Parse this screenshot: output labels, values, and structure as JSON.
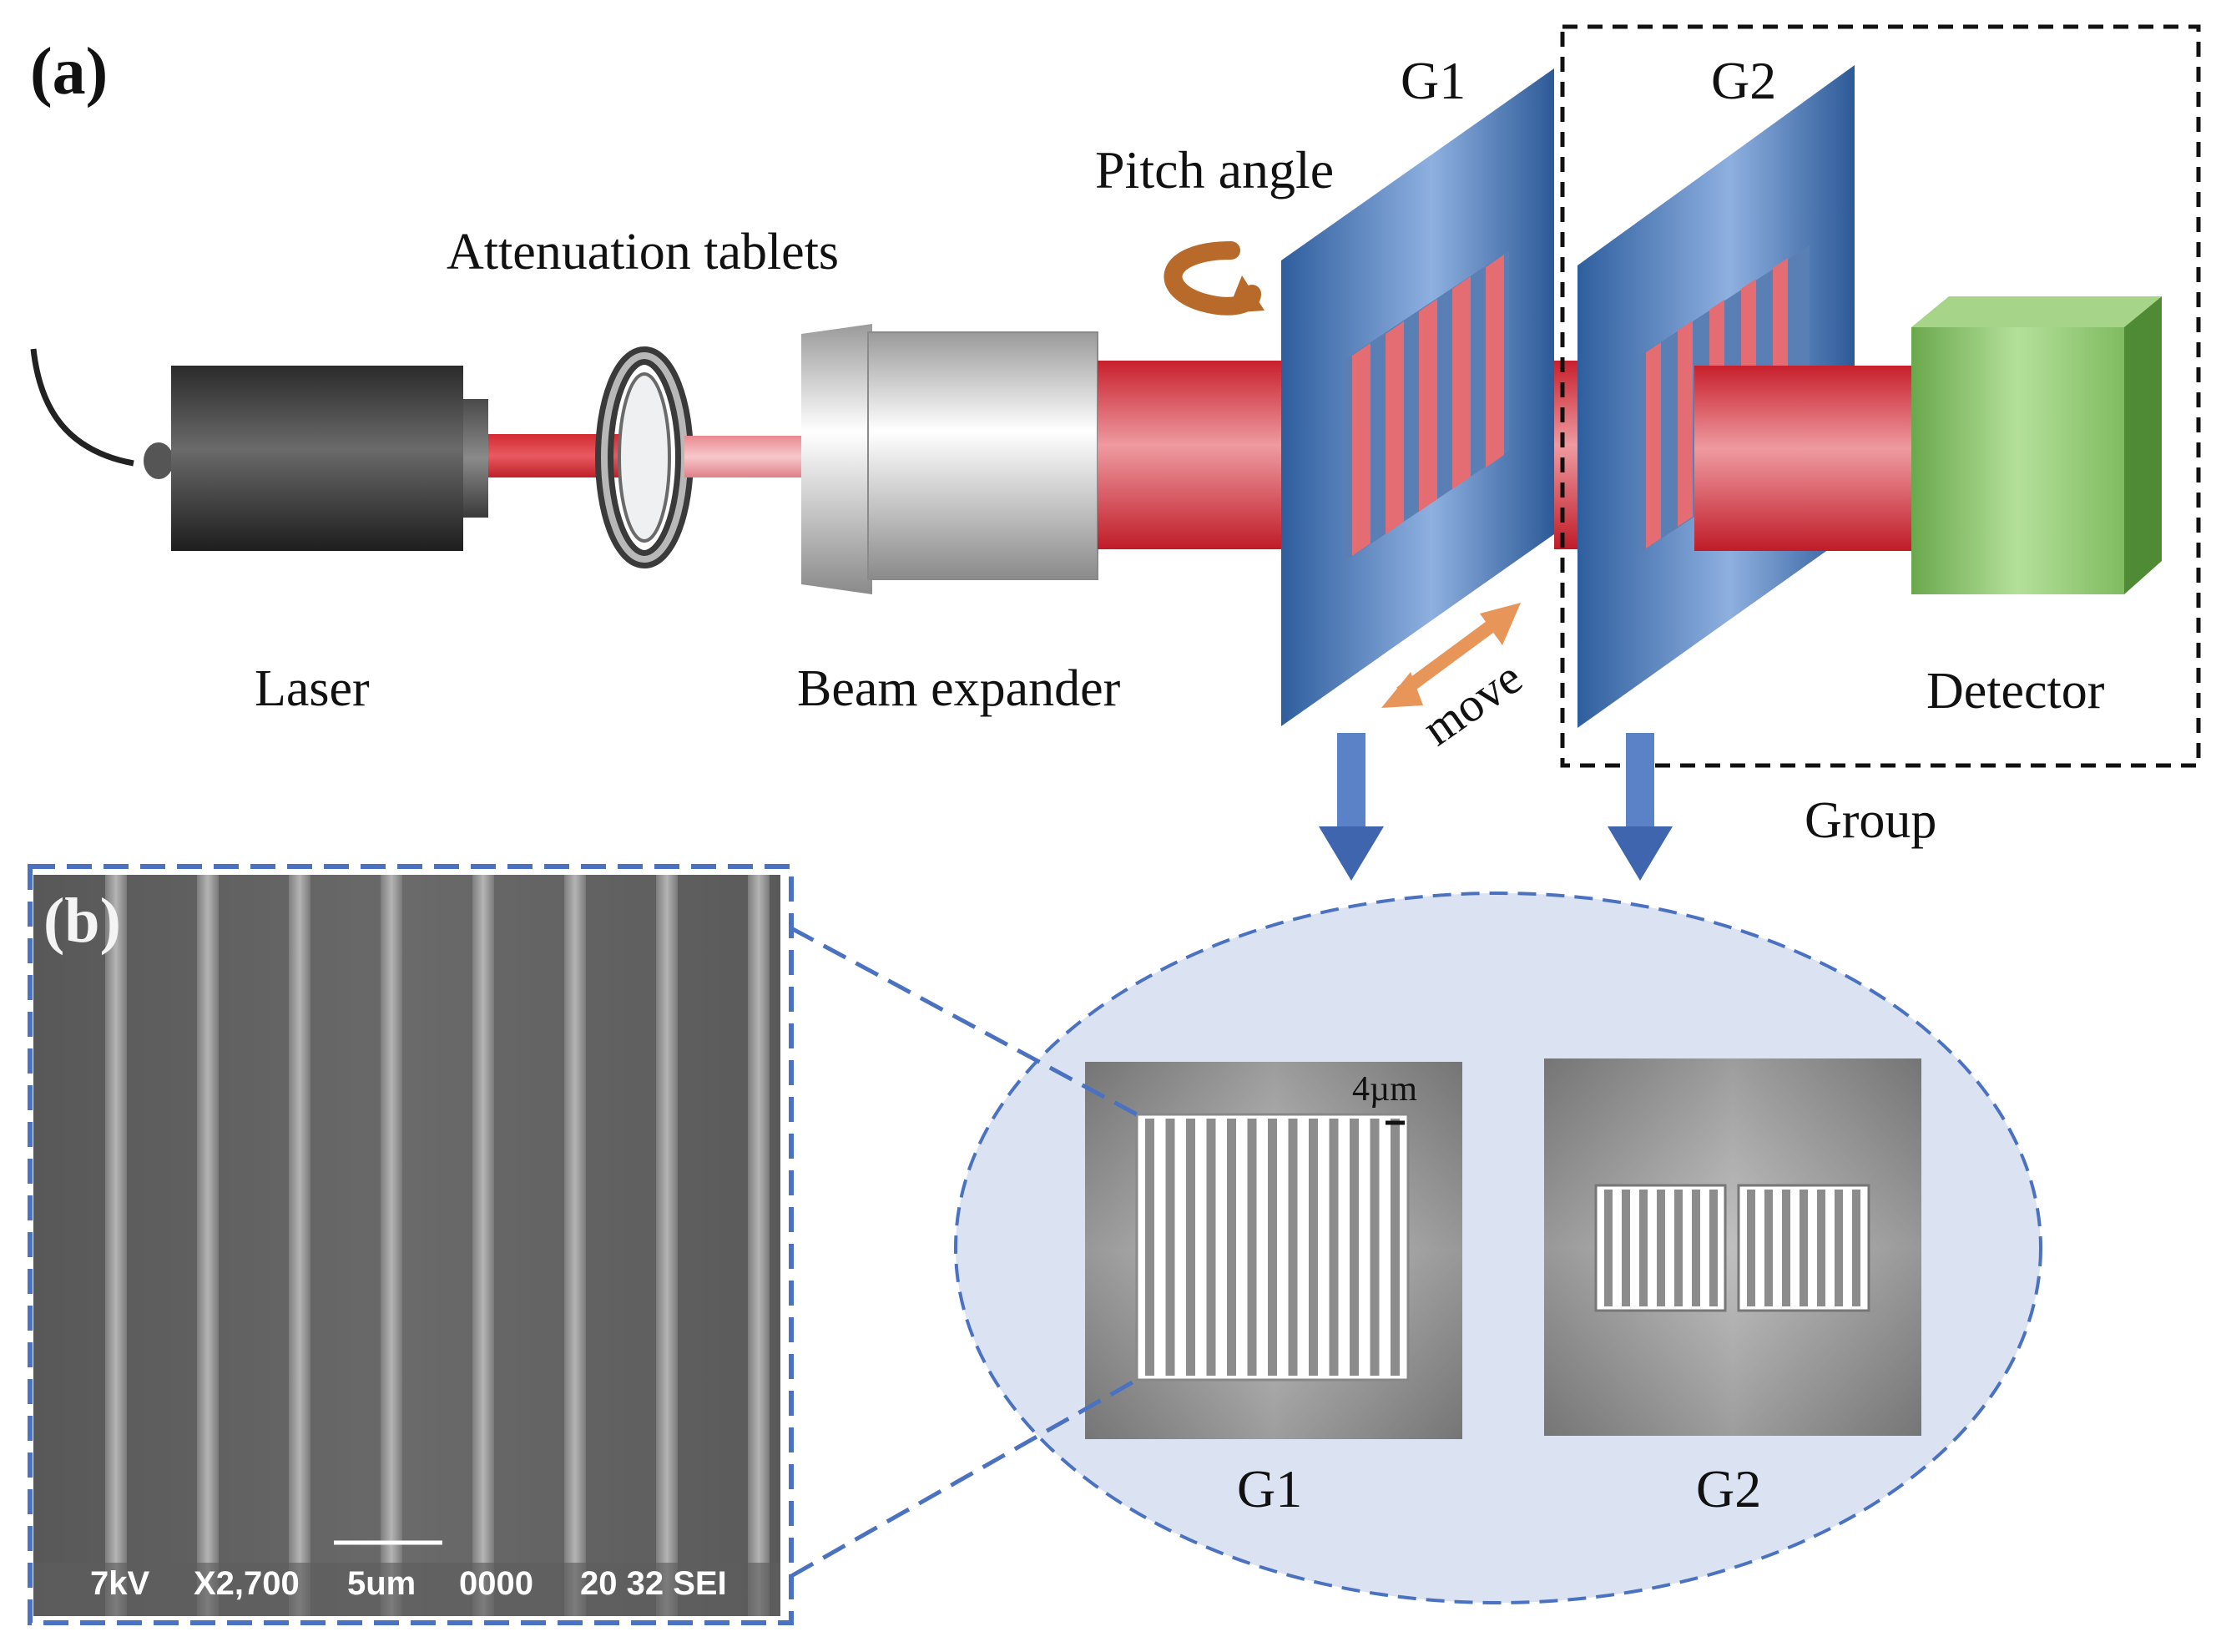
{
  "panel_a": {
    "label": "(a)",
    "attenuation_label": "Attenuation tablets",
    "pitch_label": "Pitch angle",
    "g1_label": "G1",
    "g2_label": "G2",
    "laser_label": "Laser",
    "expander_label": "Beam expander",
    "move_label": "move",
    "detector_label": "Detector",
    "group_label": "Group"
  },
  "panel_b": {
    "label": "(b)",
    "sem_info": [
      "7kV",
      "X2,700",
      "5um",
      "0000",
      "20 32 SEI"
    ]
  },
  "zoom": {
    "scale_label": "4µm",
    "g1_label": "G1",
    "g2_label": "G2"
  },
  "colors": {
    "beam_red": "#d0303a",
    "grating_blue": "#3e6fb0",
    "detector_green": "#79b657",
    "ellipse_fill": "#dbe3f3",
    "dashed_blue": "#4a72c0",
    "arrow_orange": "#e8955a",
    "pitch_brown": "#b86a2a"
  }
}
